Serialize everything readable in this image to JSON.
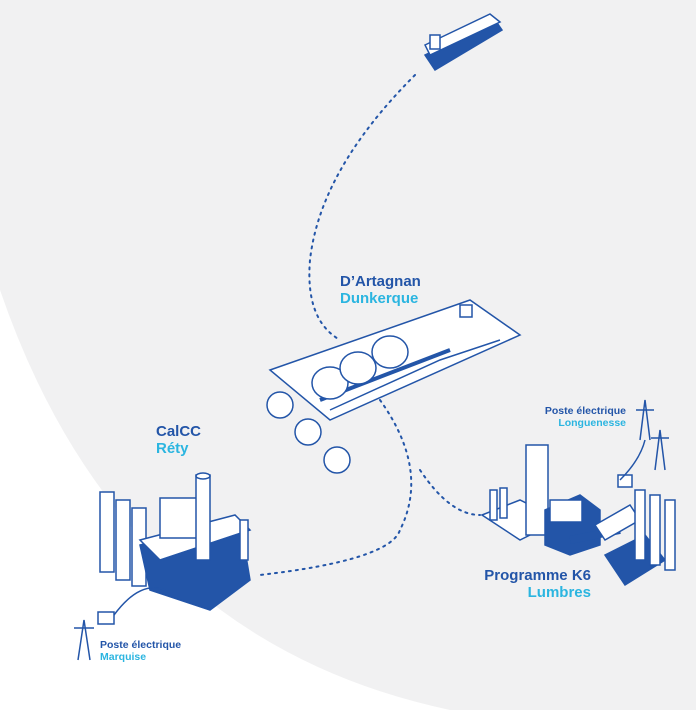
{
  "colors": {
    "primary": "#2355a8",
    "accent": "#2bb5e0",
    "background": "#f1f1f2"
  },
  "sites": {
    "dartagnan": {
      "name": "D’Artagnan",
      "place": "Dunkerque"
    },
    "calcc": {
      "name": "CalCC",
      "place": "Réty"
    },
    "k6": {
      "name": "Programme K6",
      "place": "Lumbres"
    },
    "poste_longuenesse": {
      "name": "Poste électrique",
      "place": "Longuenesse"
    },
    "poste_marquise": {
      "name": "Poste électrique",
      "place": "Marquise"
    }
  }
}
